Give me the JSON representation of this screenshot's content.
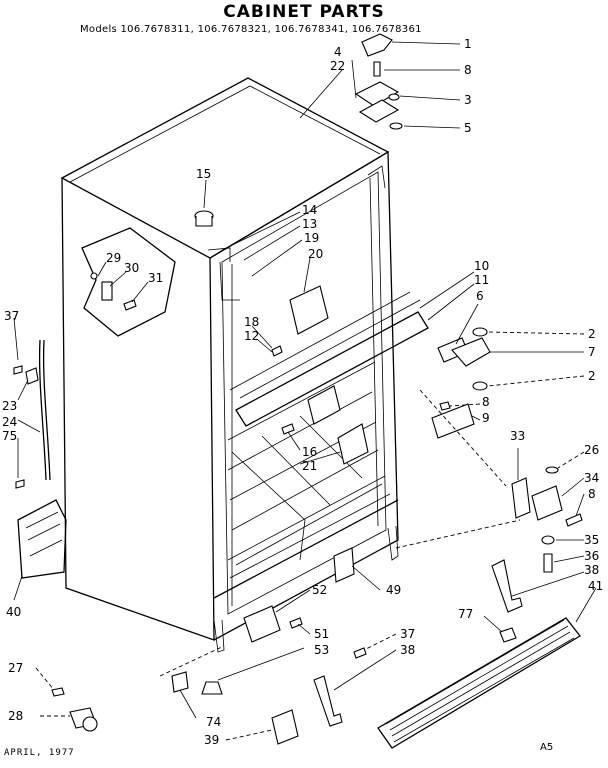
{
  "title": "CABINET PARTS",
  "models_line": "Models 106.7678311, 106.7678321, 106.7678341, 106.7678361",
  "footer_left": "APRIL, 1977",
  "footer_right": "A5",
  "callouts": [
    "1",
    "8",
    "4",
    "22",
    "3",
    "5",
    "15",
    "14",
    "13",
    "19",
    "20",
    "29",
    "30",
    "31",
    "10",
    "11",
    "6",
    "2",
    "7",
    "2",
    "37",
    "18",
    "12",
    "8",
    "9",
    "23",
    "24",
    "75",
    "16",
    "21",
    "33",
    "26",
    "34",
    "8",
    "35",
    "36",
    "38",
    "41",
    "40",
    "52",
    "49",
    "77",
    "51",
    "53",
    "37",
    "38",
    "27",
    "74",
    "28",
    "39"
  ]
}
